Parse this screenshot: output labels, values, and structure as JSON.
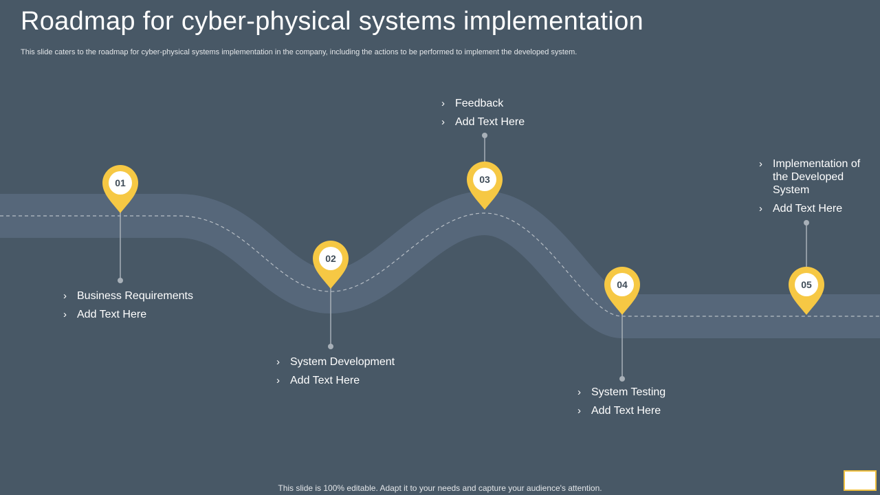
{
  "title": "Roadmap for cyber-physical systems implementation",
  "subtitle": "This slide caters to the roadmap for cyber-physical systems implementation in the company, including the actions to be performed to implement the developed system.",
  "footer": "This slide is 100% editable. Adapt it to your needs and capture your audience's attention.",
  "colors": {
    "background": "#485866",
    "road": "#56677a",
    "marker": "#f6c844",
    "connector": "#a8b0b8"
  },
  "steps": [
    {
      "number": "01",
      "items": [
        "Business Requirements",
        "Add Text Here"
      ]
    },
    {
      "number": "02",
      "items": [
        "System Development",
        "Add Text Here"
      ]
    },
    {
      "number": "03",
      "items": [
        "Feedback",
        "Add Text Here"
      ]
    },
    {
      "number": "04",
      "items": [
        "System Testing",
        "Add Text Here"
      ]
    },
    {
      "number": "05",
      "items": [
        "Implementation of the Developed System",
        "Add Text Here"
      ]
    }
  ],
  "bullet_glyph": "›"
}
